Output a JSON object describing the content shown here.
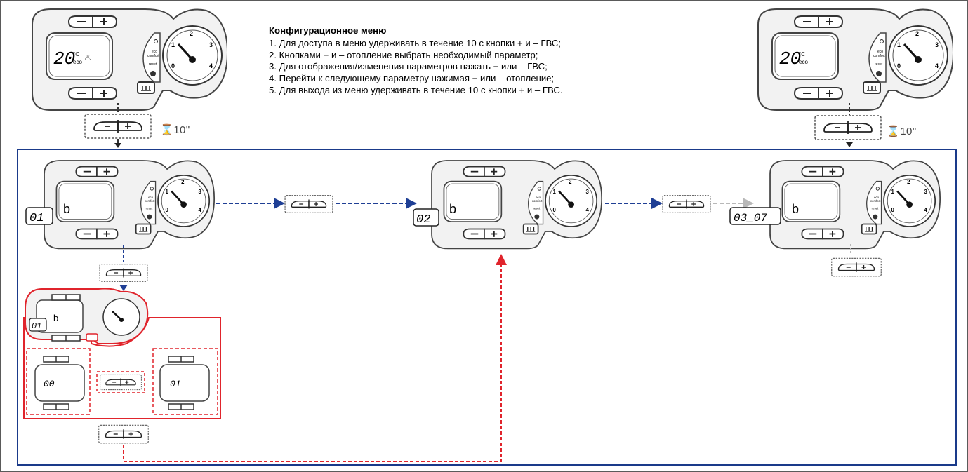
{
  "menu": {
    "title": "Конфигурационное меню",
    "steps": [
      "1. Для доступа в меню удерживать в течение 10 с кнопки + и – ГВС;",
      "2. Кнопками + и – отопление выбрать необходимый параметр;",
      "3. Для отображения/изменения параметров нажать + или – ГВС;",
      "4. Перейти к следующему параметру нажимая + или – отопление;",
      "5. Для выхода из меню удерживать в течение 10 с кнопки + и – ГВС."
    ]
  },
  "panels": {
    "standby_temperature": "20",
    "temperature_unit": "°C",
    "eco_label": "eco",
    "mode_labels": [
      "eco",
      "comfort",
      "reset"
    ],
    "gauge_ticks": [
      "0",
      "1",
      "2",
      "3",
      "4"
    ],
    "menu_letter": "b",
    "param_codes": [
      "01",
      "02",
      "03_07"
    ],
    "sub_param_code": "01",
    "value_codes": [
      "00",
      "01"
    ]
  },
  "hold_time_label": "10\"",
  "colors": {
    "blue_frame": "#1a3a8a",
    "blue_arrow": "#1f3f95",
    "red": "#e0242c",
    "grey_dashed": "#666666",
    "light_grey_arrow": "#b8b8b8"
  }
}
